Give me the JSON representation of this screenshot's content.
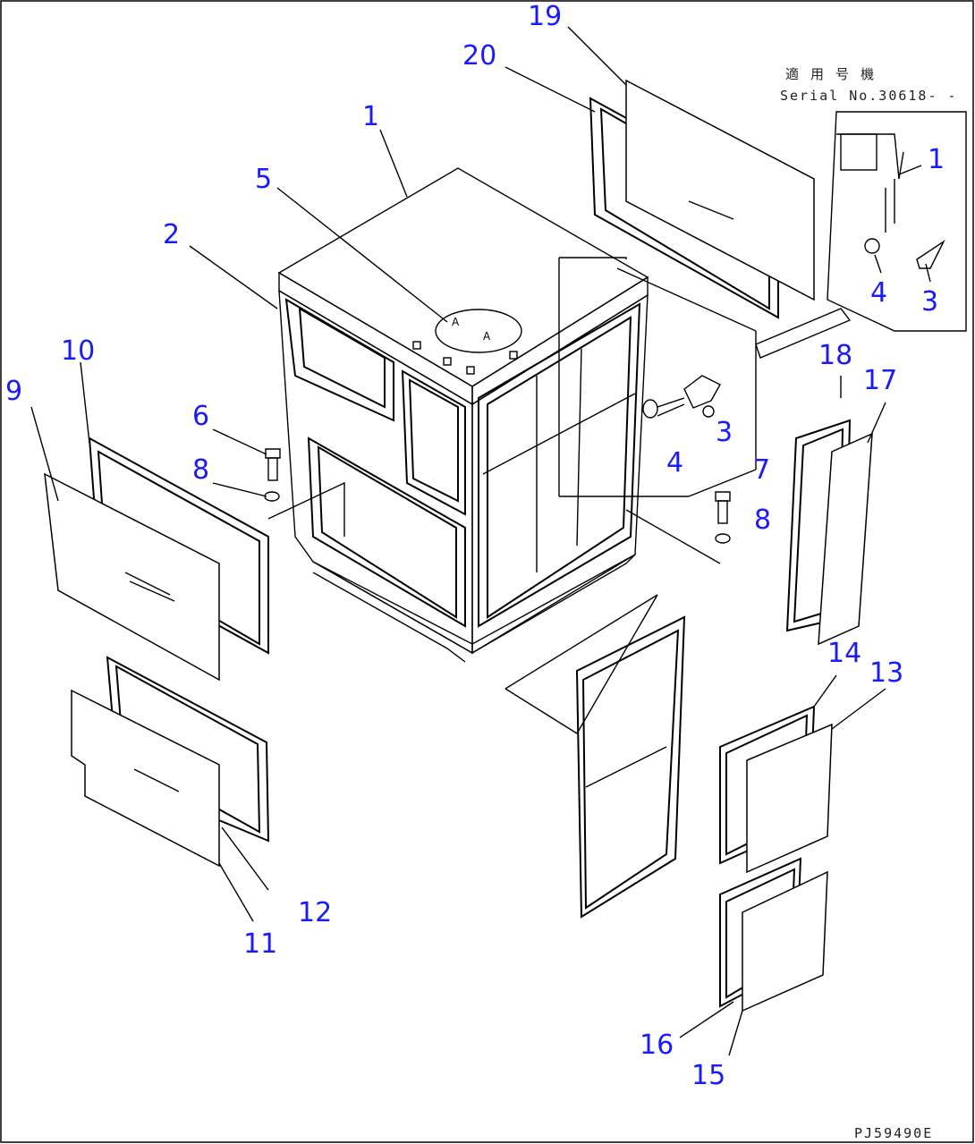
{
  "serial_note": {
    "line1": "適 用 号 機",
    "line2": "Serial No.30618- -"
  },
  "drawing_code": "PJ59490E",
  "callouts": [
    "1",
    "2",
    "3",
    "4",
    "5",
    "6",
    "7",
    "8",
    "9",
    "10",
    "11",
    "12",
    "13",
    "14",
    "15",
    "16",
    "17",
    "18",
    "19",
    "20"
  ],
  "inset_callouts": [
    "1",
    "3",
    "4"
  ],
  "inset_callouts_label_color": "#1a1aff"
}
